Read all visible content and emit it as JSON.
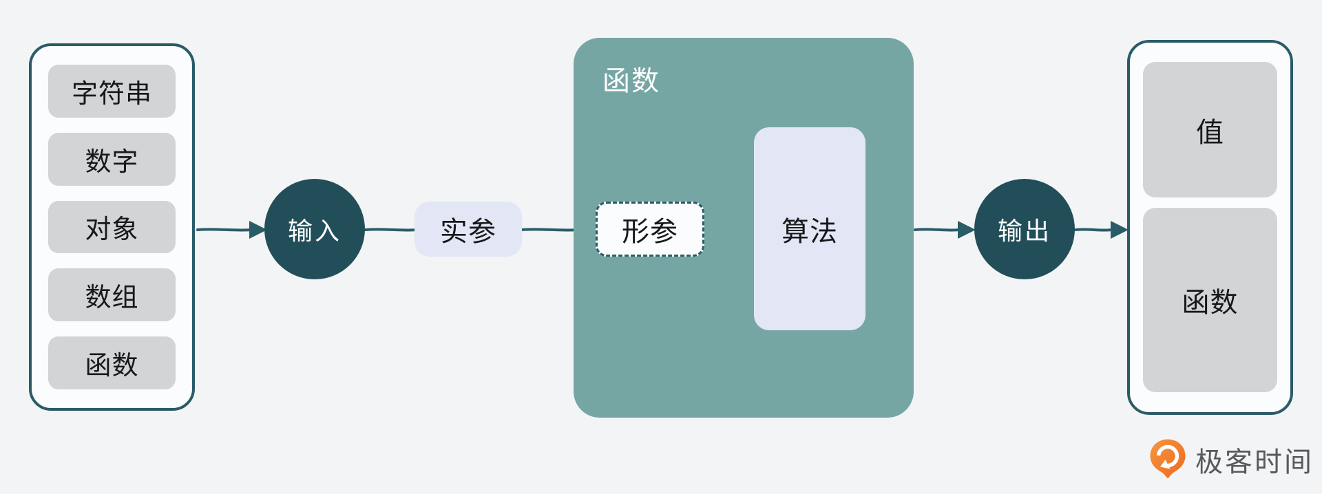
{
  "colors": {
    "background": "#f3f4f6",
    "accent": "#2a5c68",
    "node-dark": "#224e5a",
    "func-teal": "#76a6a4",
    "lavender": "#e3e6f5",
    "pill-gray": "#d3d4d6",
    "box-fill": "#fbfcfd",
    "text-dark": "#17181a",
    "logo-orange": "#ee6a1e",
    "logo-orange-light": "#f7953f",
    "logo-text": "#58595b"
  },
  "left_box": {
    "items": [
      "字符串",
      "数字",
      "对象",
      "数组",
      "函数"
    ]
  },
  "nodes": {
    "input": "输入",
    "actual_param": "实参",
    "function_title": "函数",
    "formal_param": "形参",
    "algorithm": "算法",
    "output": "输出"
  },
  "right_box": {
    "items": [
      "值",
      "函数"
    ]
  },
  "logo": {
    "text": "极客时间"
  }
}
